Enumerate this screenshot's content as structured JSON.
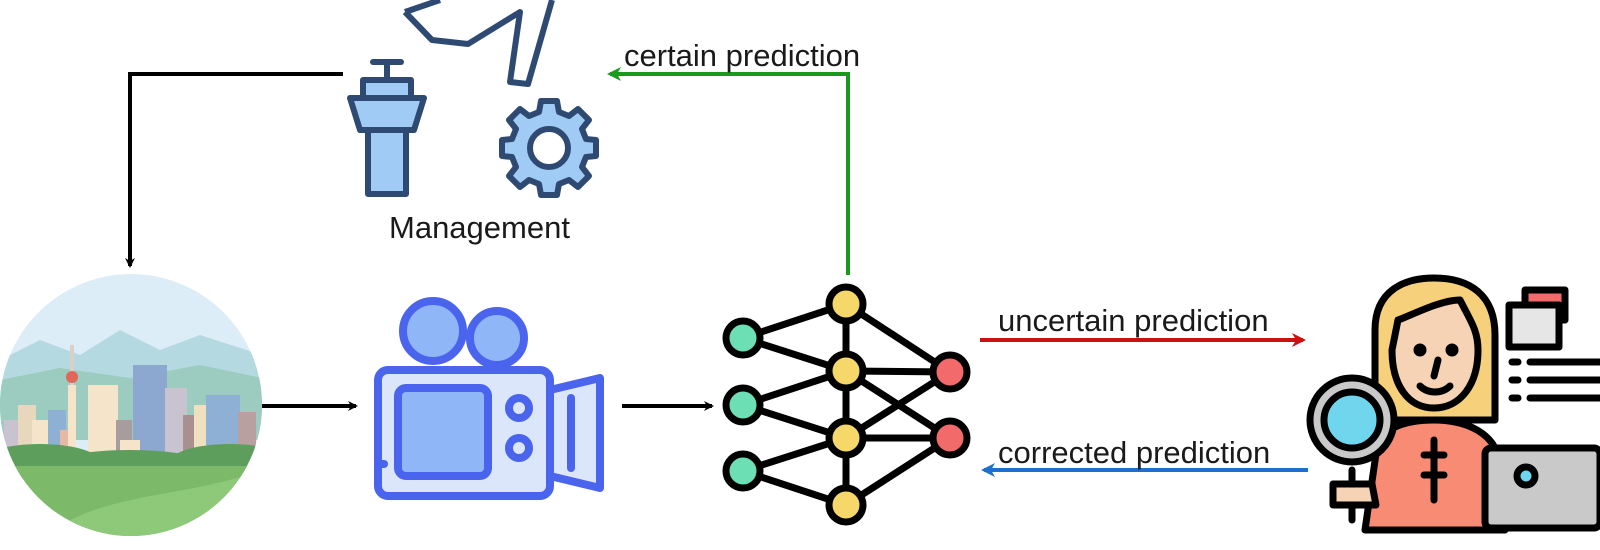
{
  "labels": {
    "management": "Management",
    "certain": "certain prediction",
    "uncertain": "uncertain prediction",
    "corrected": "corrected prediction"
  },
  "colors": {
    "certain_arrow": "#1a9a1a",
    "uncertain_arrow": "#cc1111",
    "corrected_arrow": "#1f6fcf",
    "flow_arrow": "#000000",
    "management_icons": "#2f4a72",
    "management_fill": "#9fcbf5",
    "camera": "#4a64ee",
    "camera_fill": "#8fb7f8",
    "nn_input_node": "#6ce0b4",
    "nn_hidden_node": "#f6d86a",
    "nn_output_node": "#f26a6a"
  },
  "icons": {
    "airplane": "airplane-icon",
    "control_tower": "control-tower-icon",
    "gear": "gear-icon",
    "city": "city-landscape-icon",
    "camera": "video-camera-icon",
    "neural_network": "neural-network-icon",
    "expert": "human-annotator-icon"
  }
}
